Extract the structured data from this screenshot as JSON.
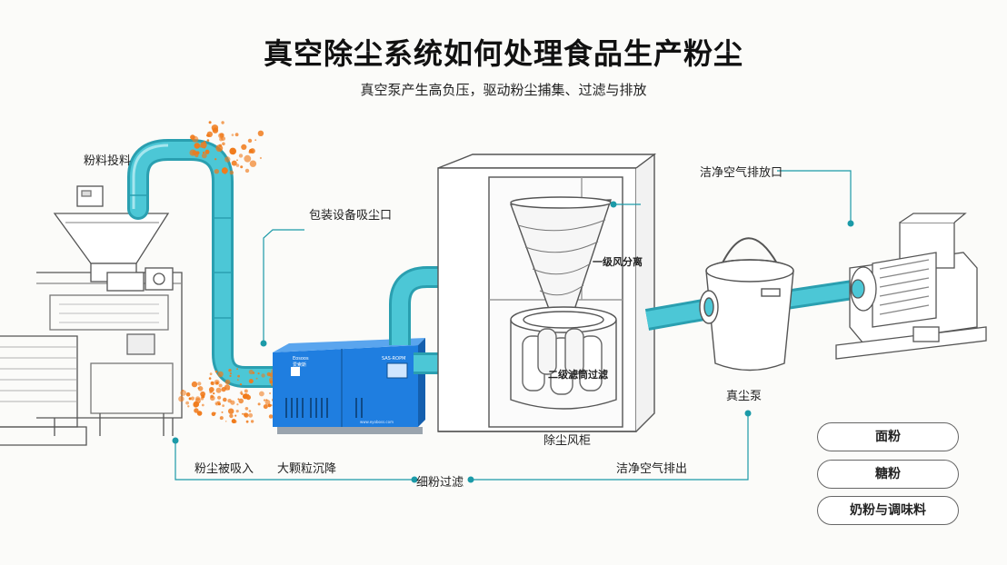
{
  "title": "真空除尘系统如何处理食品生产粉尘",
  "subtitle": "真空泵产生高负压，驱动粉尘捕集、过滤与排放",
  "labels": {
    "feeding": "粉料投料",
    "packaging_inlet": "包装设备吸尘口",
    "clean_air_outlet": "洁净空气排放口",
    "cyclone": "一级风分离",
    "filter": "二级滤筒过滤",
    "cabinet": "除尘风柜",
    "pump": "真尘泵",
    "dust_suction": "粉尘被吸入",
    "settling": "大颗粒沉降",
    "fine_filter": "细粉过滤",
    "clean_discharge": "洁净空气排出"
  },
  "machine": {
    "brand": "Eosoos",
    "brand_cn": "爱索斯",
    "model": "SAS-ROPM",
    "site": "www.eyoboss.com"
  },
  "materials": [
    "面粉",
    "糖粉",
    "奶粉与调味料"
  ],
  "colors": {
    "pipe": "#4cc7d6",
    "pipe_dark": "#2a9fb0",
    "unit": "#1f7ee0",
    "dust": "#f07a1a",
    "leader": "#1b9aa8"
  }
}
